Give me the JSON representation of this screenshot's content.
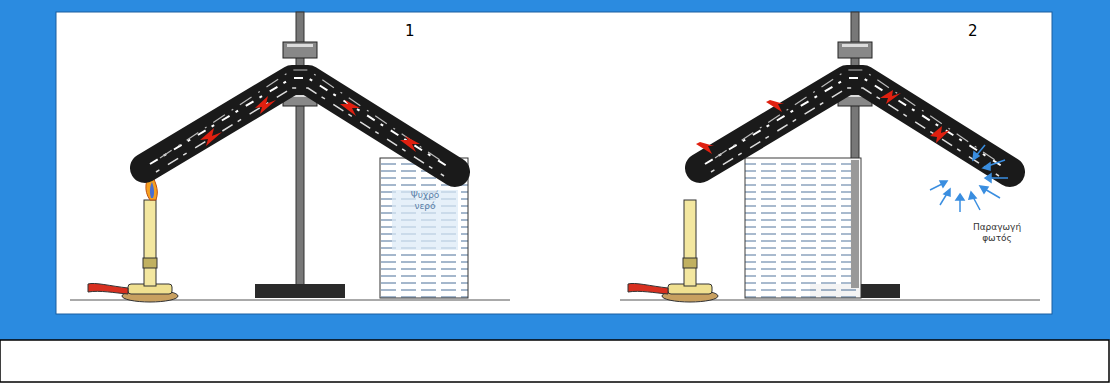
{
  "diagram": {
    "labels": [
      "1",
      "Ψυχρό νερό",
      "2",
      "Παραγωγή φωτός"
    ]
  }
}
